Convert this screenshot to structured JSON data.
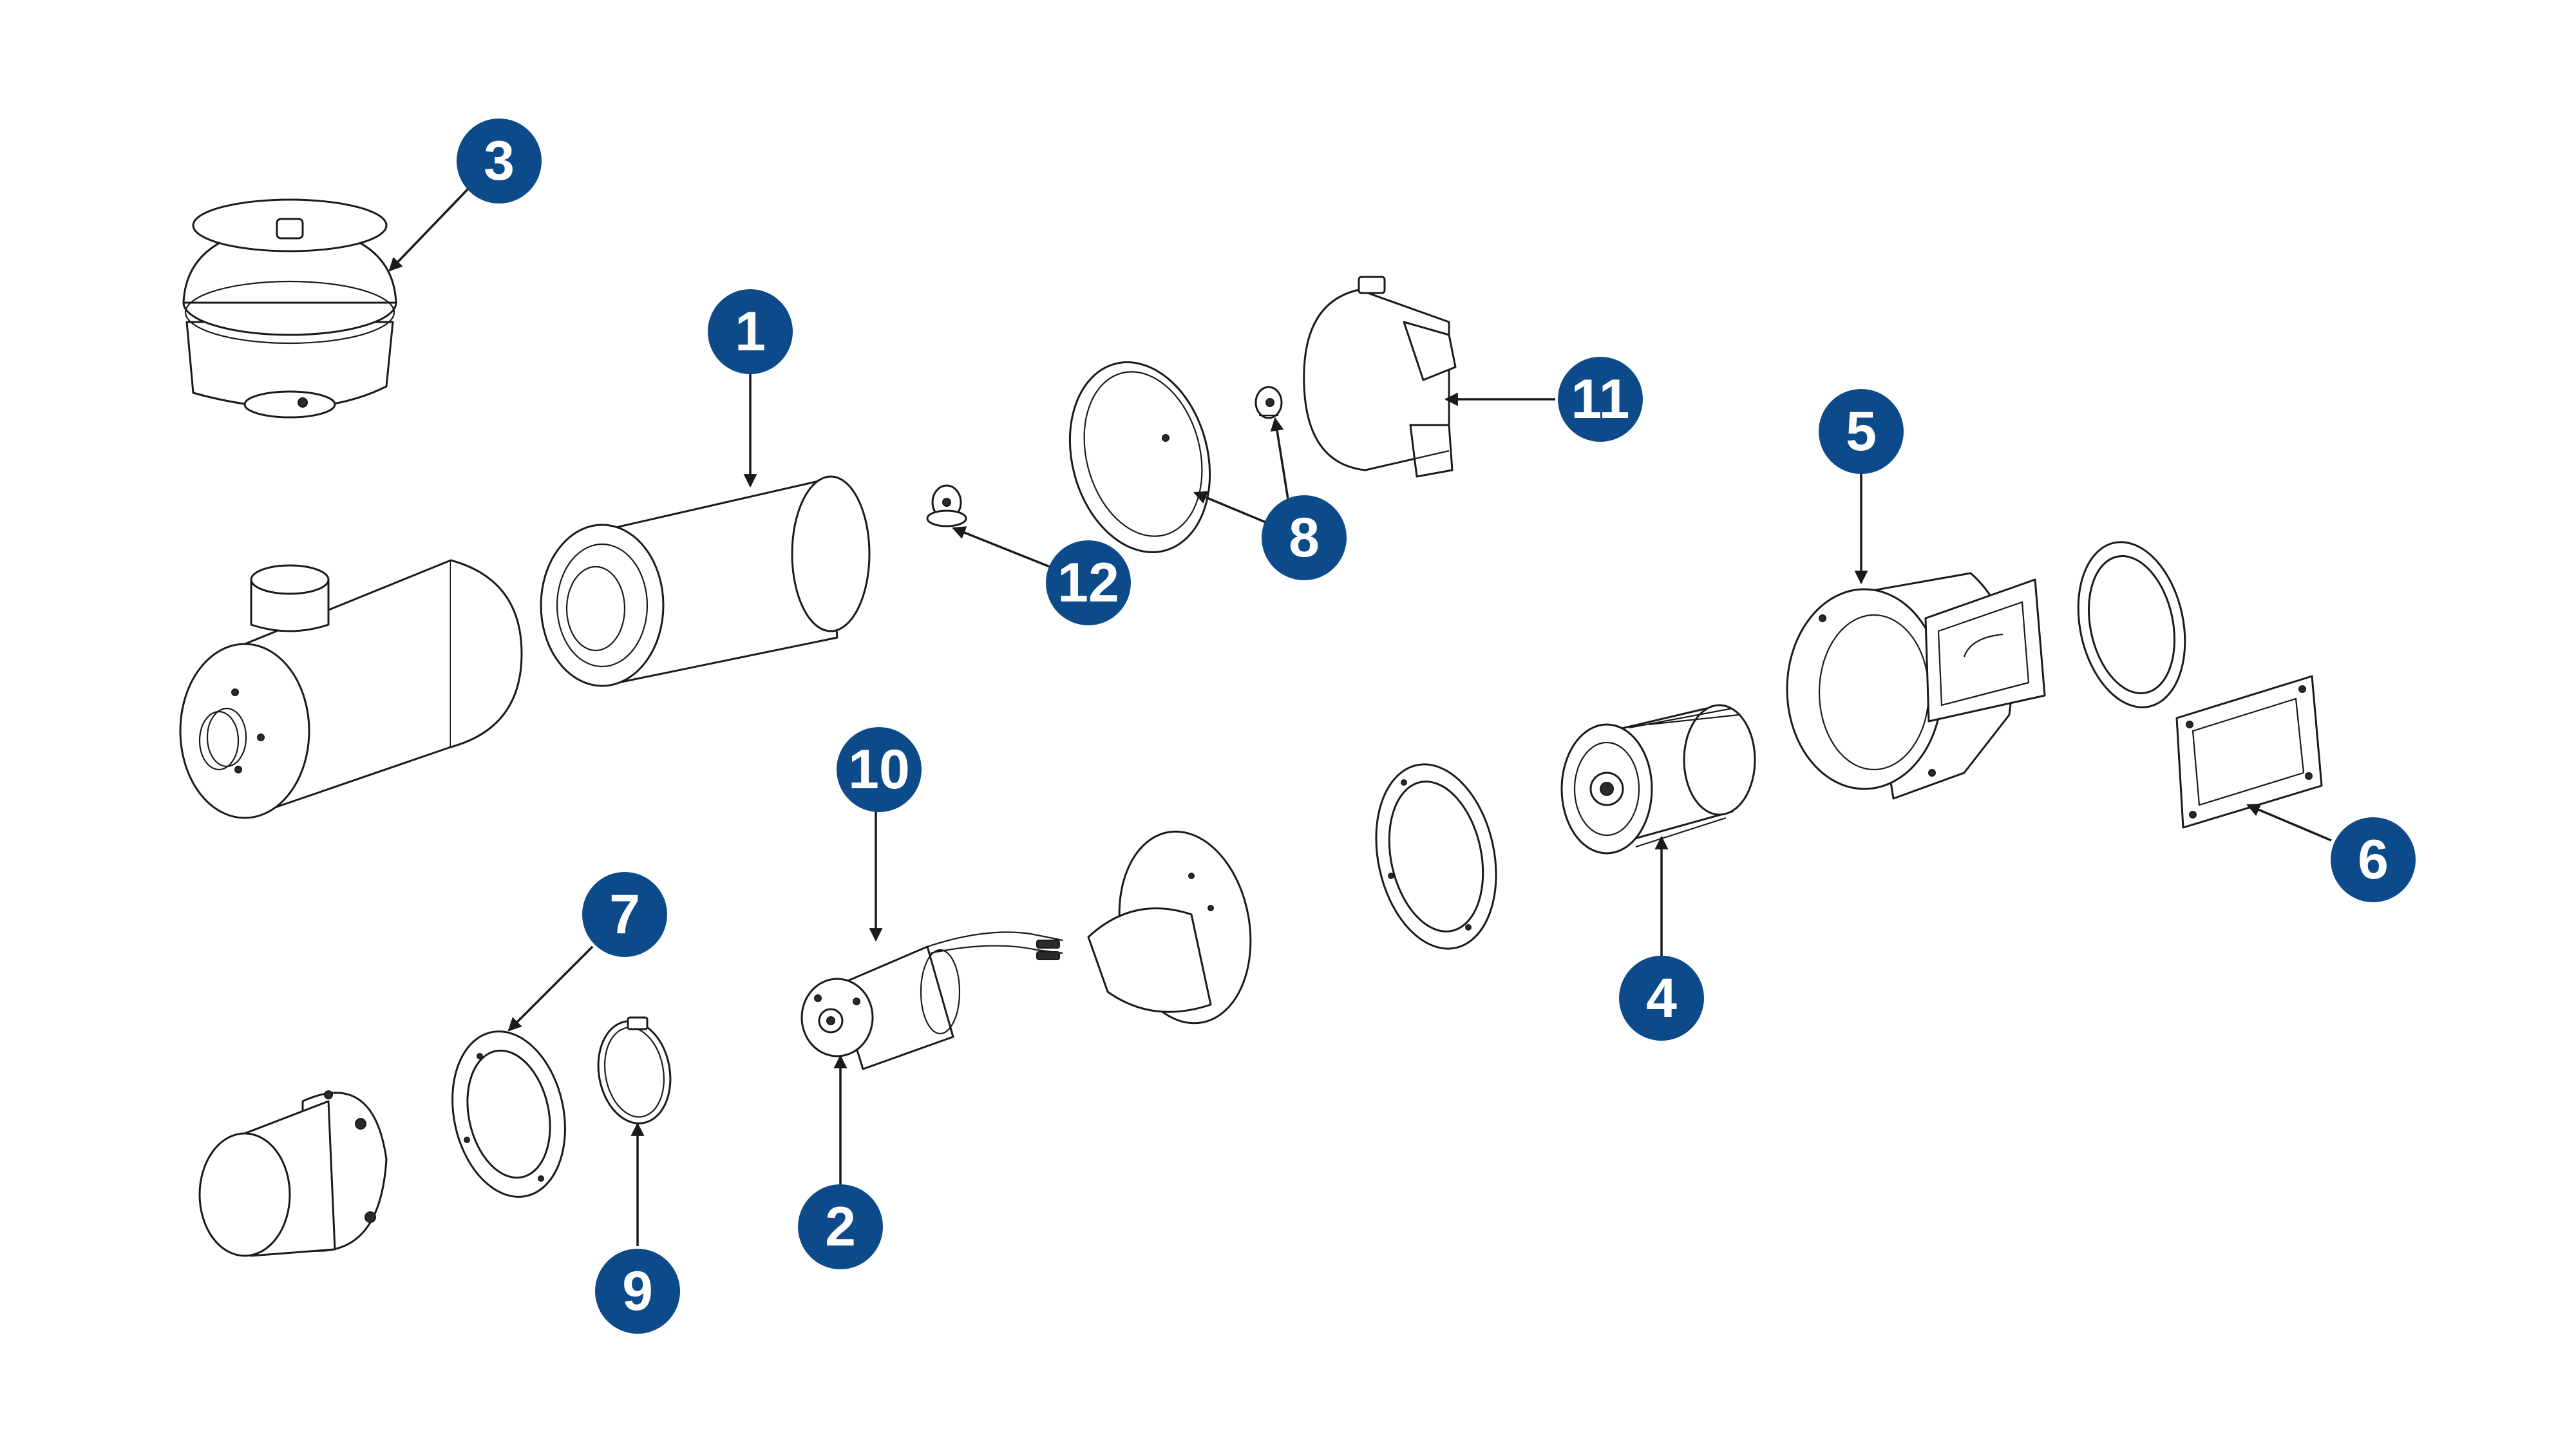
{
  "diagram": {
    "badge_color": "#0d4a8a",
    "line_color": "#1a1a1a",
    "callouts": [
      {
        "id": "1",
        "label": "1"
      },
      {
        "id": "2",
        "label": "2"
      },
      {
        "id": "3",
        "label": "3"
      },
      {
        "id": "4",
        "label": "4"
      },
      {
        "id": "5",
        "label": "5"
      },
      {
        "id": "6",
        "label": "6"
      },
      {
        "id": "7",
        "label": "7"
      },
      {
        "id": "8",
        "label": "8"
      },
      {
        "id": "9",
        "label": "9"
      },
      {
        "id": "10",
        "label": "10"
      },
      {
        "id": "11",
        "label": "11"
      },
      {
        "id": "12",
        "label": "12"
      }
    ]
  }
}
